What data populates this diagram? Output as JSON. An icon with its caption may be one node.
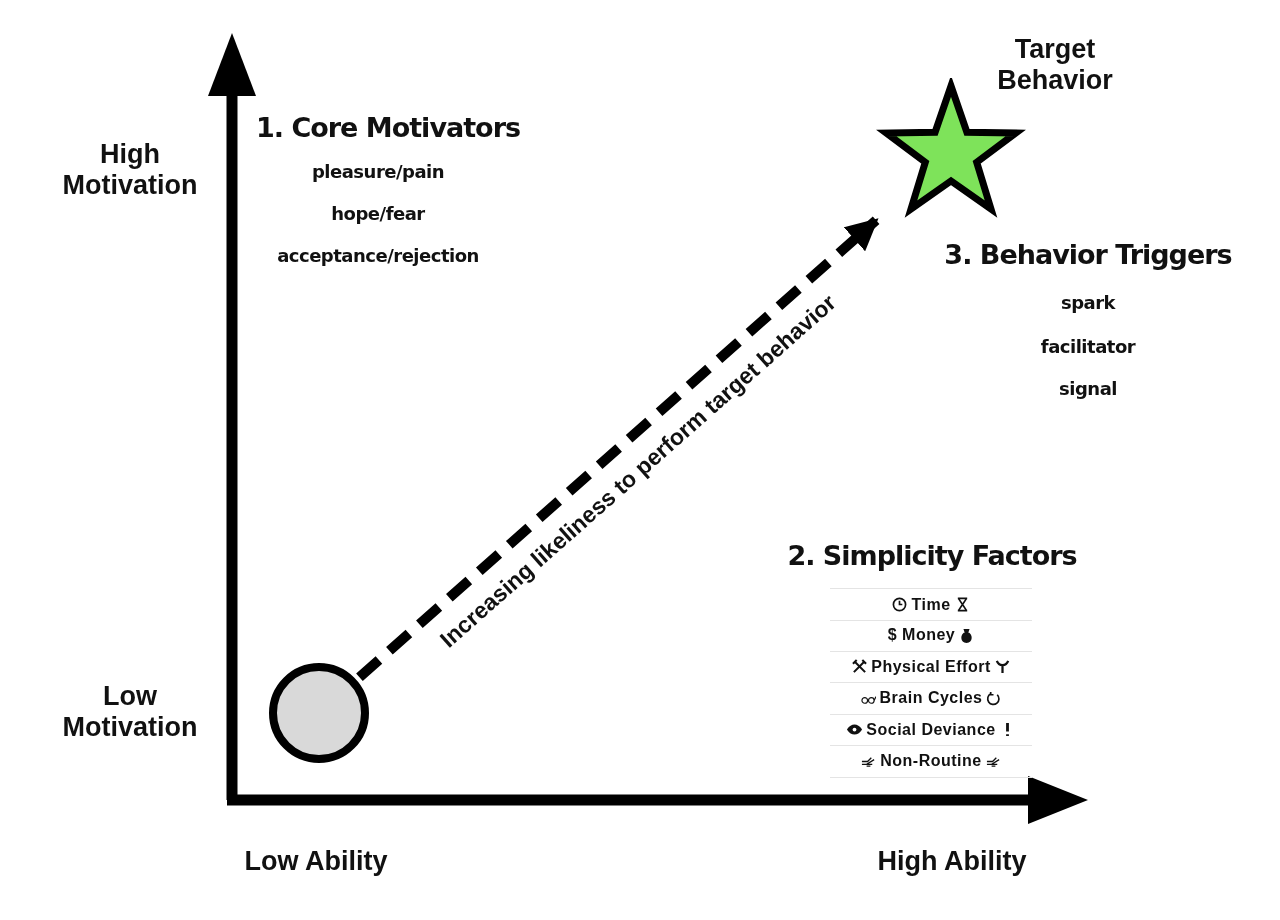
{
  "diagram": {
    "nodes": [
      {
        "text": [],
        "shape": "circle"
      },
      {
        "text": [
          "Target Behavior"
        ]
      }
    ],
    "edges": [
      {
        "from": 0,
        "to": 1,
        "arrow": "to",
        "style": "dashed",
        "label": "Increasing likeliness to perform target behavior"
      }
    ],
    "labels": [
      "High Motivation",
      "1. Core Motivators",
      "pleasure/pain",
      "hope/fear",
      "acceptance/rejection",
      "3. Behavior Triggers",
      "spark",
      "facilitator",
      "signal",
      "2. Simplicity Factors",
      "Time",
      "$ Money",
      "Physical Effort",
      "Brain Cycles",
      "Social Deviance",
      "Non-Routine",
      "Low Motivation",
      "Low Ability",
      "High Ability"
    ]
  }
}
